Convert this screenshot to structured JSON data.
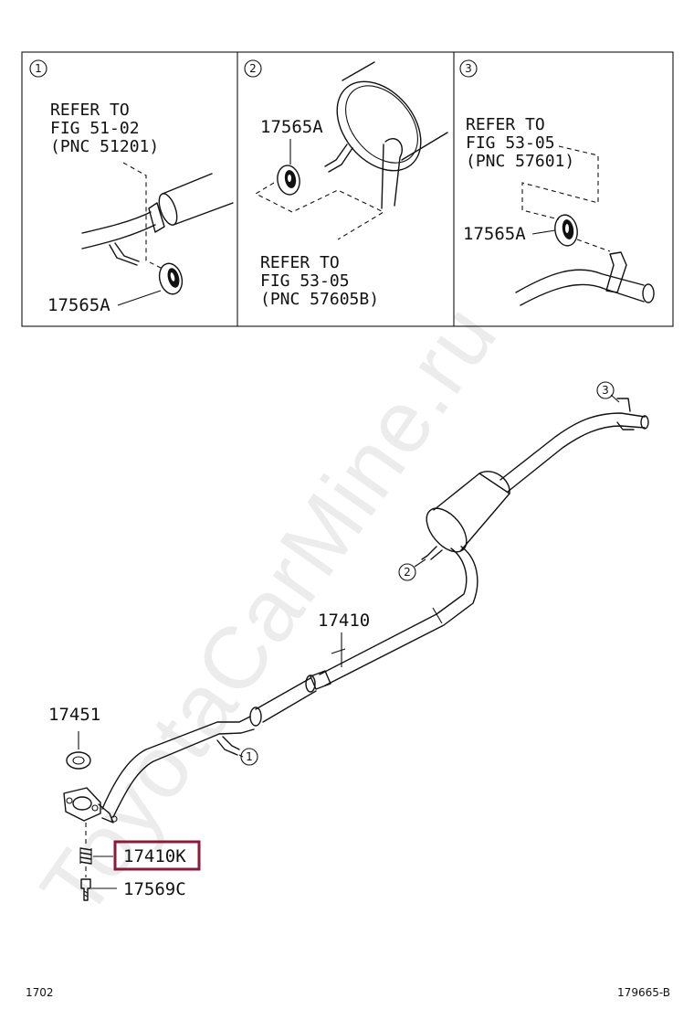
{
  "watermark": "ToyotaCarMine.ru",
  "panels": [
    {
      "marker": "1",
      "refer_lines": [
        "REFER TO",
        "FIG 51-02",
        "(PNC 51201)"
      ],
      "part": "17565A"
    },
    {
      "marker": "2",
      "refer_lines": [
        "REFER TO",
        "FIG 53-05",
        "(PNC 57605B)"
      ],
      "part": "17565A"
    },
    {
      "marker": "3",
      "refer_lines": [
        "REFER TO",
        "FIG 53-05",
        "(PNC 57601)"
      ],
      "part": "17565A"
    }
  ],
  "main": {
    "labels": {
      "exhaust_pipe": "17410",
      "gasket": "17451",
      "spring": "17410K",
      "bolt": "17569C"
    },
    "markers": {
      "m1": "1",
      "m2": "2",
      "m3": "3"
    },
    "highlight_color": "#8b1a3a"
  },
  "footer": {
    "left": "1702",
    "right": "179665-B"
  }
}
